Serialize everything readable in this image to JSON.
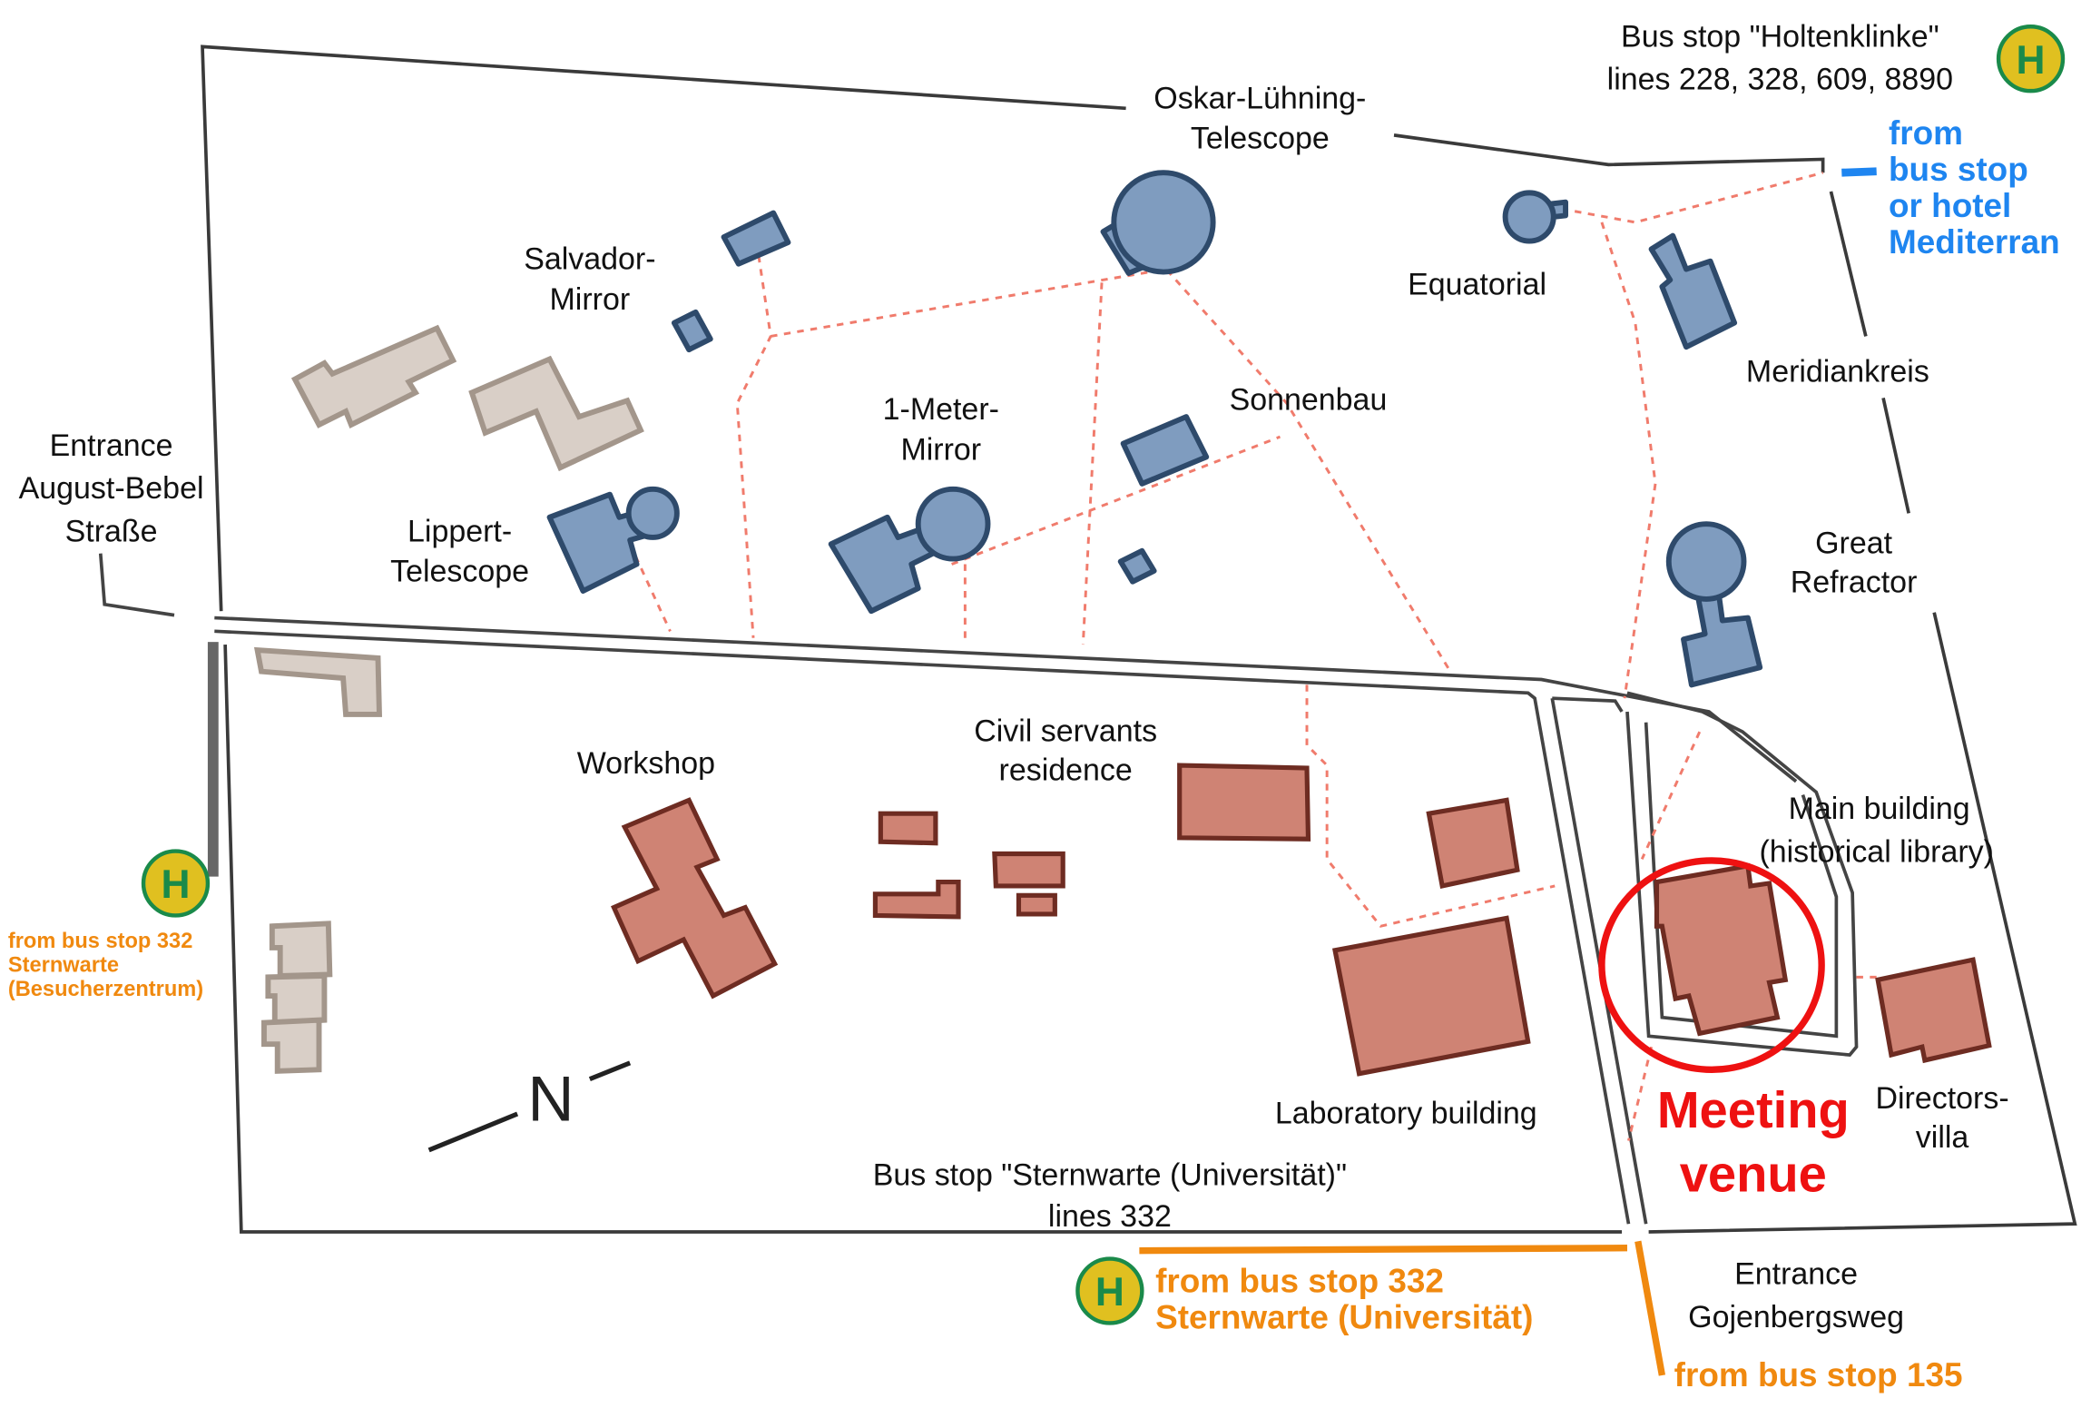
{
  "colors": {
    "observatory": "#7f9cbf",
    "institute": "#cf8374",
    "old_building": "#d9cfc7",
    "path": "#f07b6c",
    "highlight": "#ee1111",
    "orange_route": "#f0890f",
    "blue_route": "#1e85f0",
    "bus_sign": "#e0c020"
  },
  "icons": {
    "bus_stop": "H",
    "north": "N"
  },
  "labels": {
    "holtenklinke_1": "Bus stop \"Holtenklinke\"",
    "holtenklinke_2": "lines 228, 328, 609, 8890",
    "oskar_1": "Oskar-Lühning-",
    "oskar_2": "Telescope",
    "salvador_1": "Salvador-",
    "salvador_2": "Mirror",
    "equatorial": "Equatorial",
    "meridiankreis": "Meridiankreis",
    "sonnenbau": "Sonnenbau",
    "meter_1": "1-Meter-",
    "meter_2": "Mirror",
    "lippert_1": "Lippert-",
    "lippert_2": "Telescope",
    "great_1": "Great",
    "great_2": "Refractor",
    "entrance_west_1": "Entrance",
    "entrance_west_2": "August-Bebel",
    "entrance_west_3": "Straße",
    "workshop": "Workshop",
    "civil_1": "Civil servants",
    "civil_2": "residence",
    "main_1": "Main building",
    "main_2": "(historical library)",
    "lab": "Laboratory building",
    "directors_1": "Directors-",
    "directors_2": "villa",
    "meeting_1": "Meeting",
    "meeting_2": "venue",
    "sternwarte_1": "Bus stop \"Sternwarte (Universität)\"",
    "sternwarte_2": "lines 332",
    "entrance_south_1": "Entrance",
    "entrance_south_2": "Gojenbergsweg"
  },
  "routes": {
    "blue": [
      "from",
      "bus stop",
      "or hotel",
      "Mediterran"
    ],
    "west": [
      "from bus stop 332",
      "Sternwarte",
      "(Besucherzentrum)"
    ],
    "south": [
      "from bus stop 332",
      "Sternwarte (Universität)"
    ],
    "bus135": "from bus stop 135"
  }
}
